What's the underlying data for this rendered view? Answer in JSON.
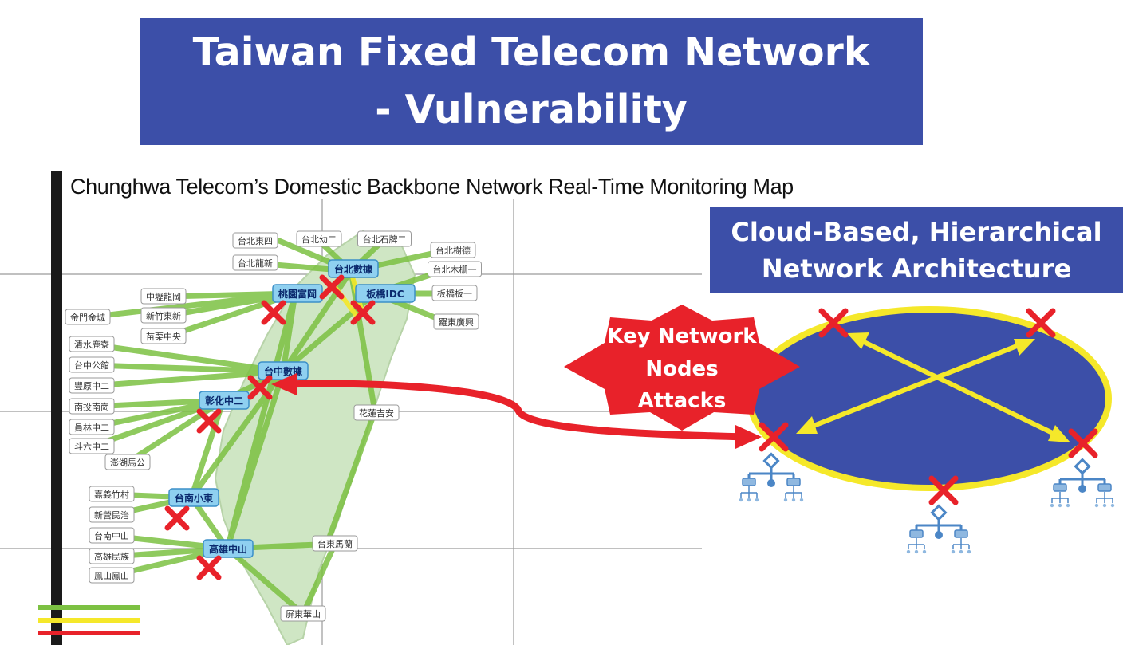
{
  "title": {
    "line1": "Taiwan Fixed Telecom Network",
    "line2": "- Vulnerability"
  },
  "map_caption": "Chunghwa Telecom’s Domestic Backbone Network Real-Time Monitoring Map",
  "architecture": {
    "line1": "Cloud-Based, Hierarchical",
    "line2": "Network Architecture"
  },
  "attack_label": {
    "line1": "Key Network",
    "line2": "Nodes",
    "line3": "Attacks"
  },
  "hubs": [
    "台北數據",
    "桃園富岡",
    "板橋IDC",
    "台中數據",
    "彰化中二",
    "台南小東",
    "高雄中山"
  ],
  "map_nodes": [
    "台北東四",
    "台北幼二",
    "台北石牌二",
    "台北龍新",
    "台北樹德",
    "台北木栅一",
    "板橋板一",
    "羅東廣興",
    "中壢龍岡",
    "新竹東新",
    "苗栗中央",
    "金門金城",
    "清水鹿寮",
    "台中公館",
    "豐原中二",
    "南投南崗",
    "員林中二",
    "斗六中二",
    "澎湖馬公",
    "花蓮吉安",
    "嘉義竹村",
    "新營民治",
    "台南中山",
    "高雄民族",
    "鳳山鳳山",
    "台東馬蘭",
    "屏東華山"
  ],
  "colors": {
    "banner": "#3c4fa8",
    "attack_red": "#e8222a",
    "ring_yellow": "#f5e82a",
    "link_green": "#7cc142",
    "cloud_blue": "#3c4fa8"
  }
}
